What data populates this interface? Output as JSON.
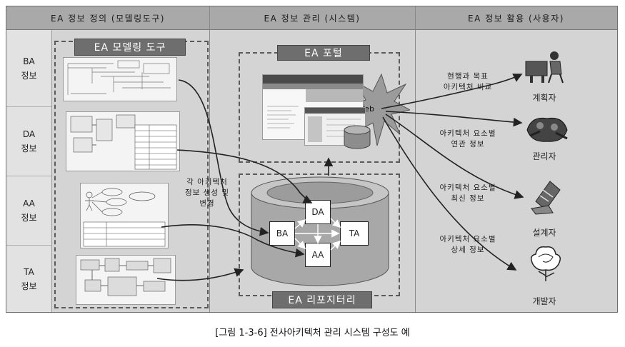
{
  "columns": [
    {
      "label": "EA 정보 정의 (모델링도구)"
    },
    {
      "label": "EA 정보 관리 (시스템)"
    },
    {
      "label": "EA 정보 활용 (사용자)"
    }
  ],
  "rows": [
    {
      "label": "BA\n정보"
    },
    {
      "label": "DA\n정보"
    },
    {
      "label": "AA\n정보"
    },
    {
      "label": "TA\n정보"
    }
  ],
  "modeling_tool_label": "EA 모델링 도구",
  "portal_label": "EA 포털",
  "web_label": "Web",
  "repository_label": "EA 리포지터리",
  "repository_boxes": {
    "da": "DA",
    "ba": "BA",
    "ta": "TA",
    "aa": "AA"
  },
  "create_note": "각 아키텍처\n정보 생성 및\n변경",
  "usage_notes": [
    "현행과 목표\n아키텍처 비교",
    "아키텍처 요소별\n연관 정보",
    "아키텍처 요소별\n최신 정보",
    "아키텍처 요소별\n상세 정보"
  ],
  "roles": [
    {
      "label": "계획자"
    },
    {
      "label": "관리자"
    },
    {
      "label": "설계자"
    },
    {
      "label": "개발자"
    }
  ],
  "caption": "[그림 1-3-6] 전사아키텍처 관리 시스템 구성도 예"
}
